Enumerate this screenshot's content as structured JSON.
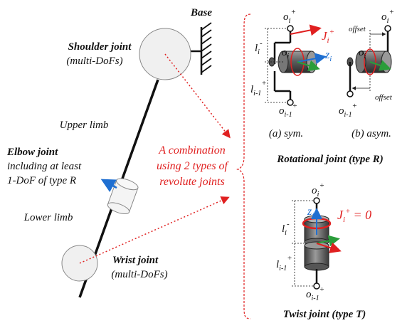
{
  "colors": {
    "red": "#e02020",
    "blue": "#1f6fd1",
    "green": "#2a9d3a",
    "dark": "#222222",
    "cylinder": "#555555"
  },
  "left": {
    "base_label": "Base",
    "shoulder": {
      "title": "Shoulder joint",
      "sub": "(multi-DoFs)"
    },
    "upper_limb": "Upper limb",
    "elbow": {
      "title": "Elbow joint",
      "line1": "including at least",
      "line2": "1-DoF of type R"
    },
    "lower_limb": "Lower limb",
    "wrist": {
      "title": "Wrist joint",
      "sub": "(multi-DoFs)"
    }
  },
  "center": {
    "line1": "A combination",
    "line2": "using 2 types of",
    "line3": "revolute joints"
  },
  "rotational": {
    "sym_label": "(a) sym.",
    "asym_label": "(b) asym.",
    "title": "Rotational joint (type R)",
    "offset_top": "offset",
    "offset_bottom": "offset",
    "o_i": "o",
    "o_i_sub": "i",
    "o_im1_sub": "i-1",
    "plus": "+",
    "minus": "-",
    "l": "l",
    "z": "z",
    "J": "J"
  },
  "twist": {
    "title": "Twist joint (type T)",
    "J_eq": "= 0"
  }
}
